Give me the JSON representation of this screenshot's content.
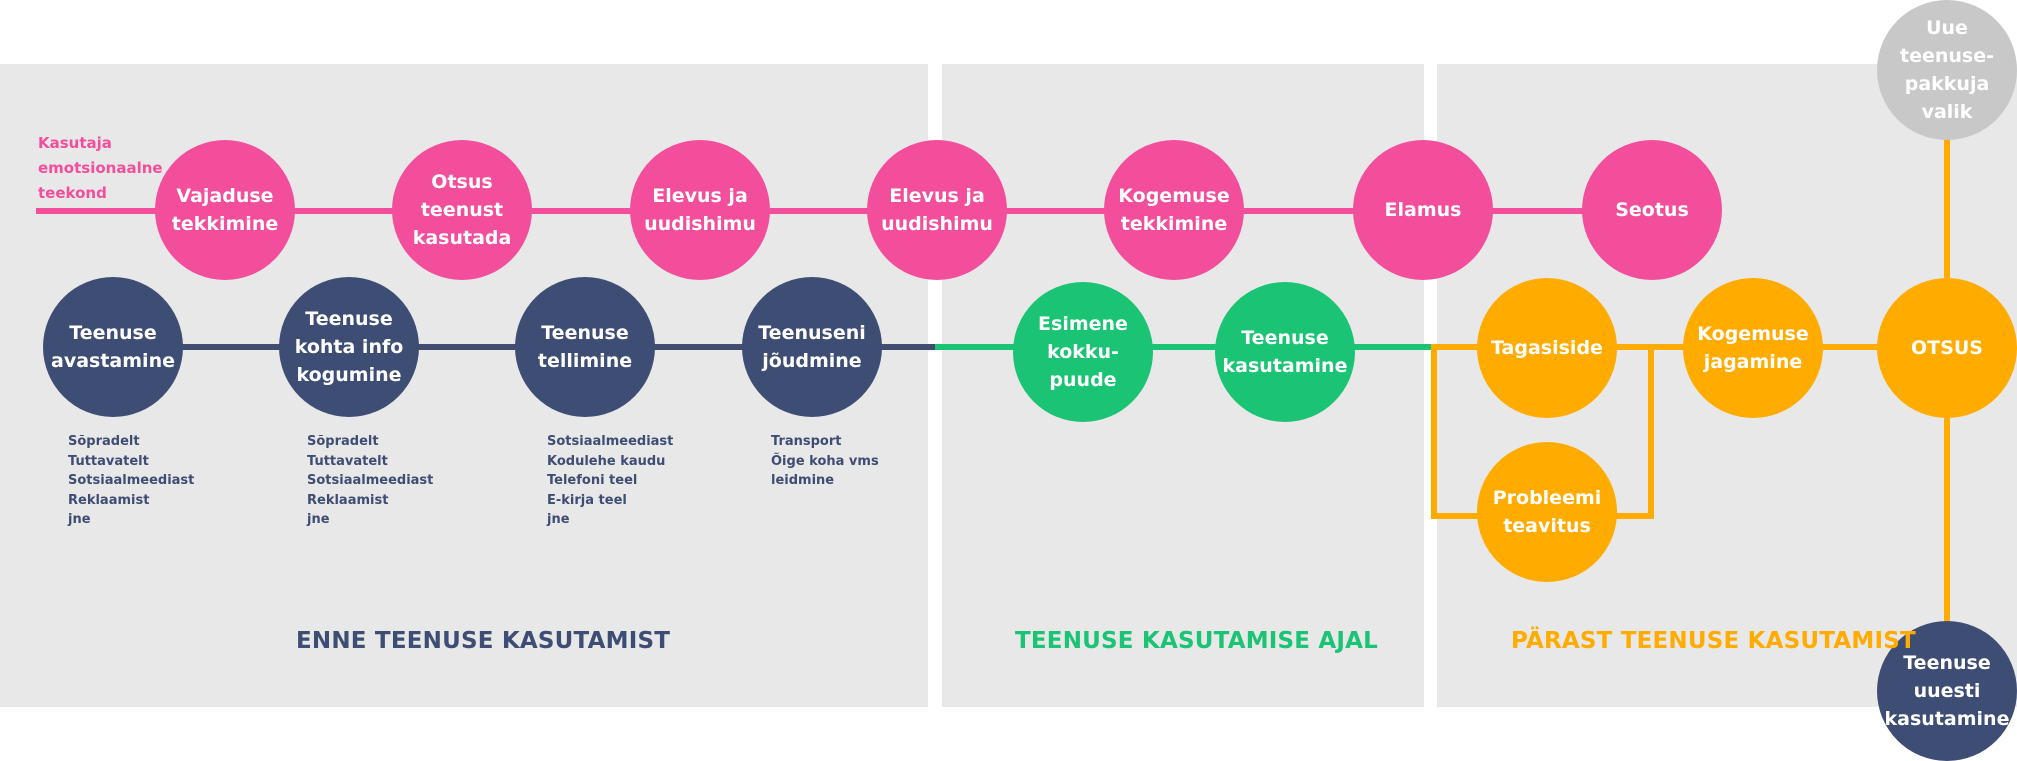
{
  "emotional_journey_label": "Kasutaja\nemotsionaalne\nteekond",
  "phases": {
    "before": "ENNE TEENUSE KASUTAMIST",
    "during": "TEENUSE KASUTAMISE AJAL",
    "after": "PÄRAST TEENUSE KASUTAMIST"
  },
  "emotion_nodes": [
    "Vajaduse\ntekkimine",
    "Otsus\nteenust\nkasutada",
    "Elevus ja\nuudishimu",
    "Elevus ja\nuudishimu",
    "Kogemuse\ntekkimine",
    "Elamus",
    "Seotus"
  ],
  "before_steps": [
    {
      "label": "Teenuse\navastamine",
      "details": "Sõpradelt\nTuttavatelt\nSotsiaalmeediast\nReklaamist\njne"
    },
    {
      "label": "Teenuse\nkohta info\nkogumine",
      "details": "Sõpradelt\nTuttavatelt\nSotsiaalmeediast\nReklaamist\njne"
    },
    {
      "label": "Teenuse\ntellimine",
      "details": "Sotsiaalmeediast\nKodulehe kaudu\nTelefoni teel\nE-kirja teel\njne"
    },
    {
      "label": "Teenuseni\njõudmine",
      "details": "Transport\nÕige koha vms\nleidmine"
    }
  ],
  "during_steps": [
    "Esimene\nkokku-\npuude",
    "Teenuse\nkasutamine"
  ],
  "after_steps": {
    "feedback": "Tagasiside",
    "problem": "Probleemi\nteavitus",
    "sharing": "Kogemuse\njagamine",
    "decision": "OTSUS",
    "new_provider": "Uue\nteenuse-\npakkuja\nvalik",
    "reuse": "Teenuse\nuuesti\nkasutamine"
  },
  "colors": {
    "emotion": "#f24e9b",
    "before": "#3e4d73",
    "during": "#1ac474",
    "after": "#ffab00",
    "alternative": "#c8c8c8",
    "panel": "#e8e8e8"
  }
}
